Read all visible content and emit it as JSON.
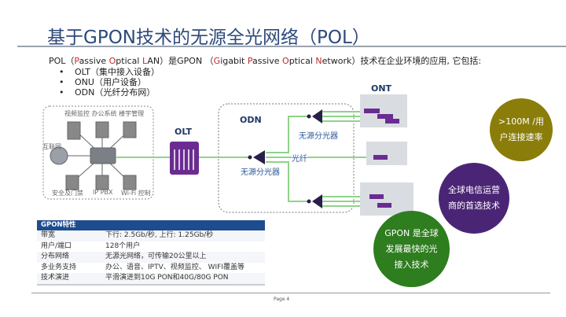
{
  "title": "基于GPON技术的无源全光网络（POL）",
  "intro": {
    "parts": [
      {
        "text": "POL（",
        "red": false
      },
      {
        "text": "P",
        "red": true
      },
      {
        "text": "assive ",
        "red": false
      },
      {
        "text": "O",
        "red": true
      },
      {
        "text": "ptical ",
        "red": false
      },
      {
        "text": "L",
        "red": true
      },
      {
        "text": "AN）是GPON （",
        "red": false
      },
      {
        "text": "G",
        "red": true
      },
      {
        "text": "igabit ",
        "red": false
      },
      {
        "text": "P",
        "red": true
      },
      {
        "text": "assive ",
        "red": false
      },
      {
        "text": "O",
        "red": true
      },
      {
        "text": "ptical ",
        "red": false
      },
      {
        "text": "N",
        "red": true
      },
      {
        "text": "etwork）技术在企业环境的应用, 它包括:",
        "red": false
      }
    ],
    "bullets": [
      "OLT（集中接入设备）",
      "ONU（用户设备）",
      "ODN（光纤分布网）"
    ]
  },
  "diagram": {
    "top_labels": "视频监控  办公系统  楼宇管理",
    "internet": "互联网",
    "bottom_labels": [
      "安全及门禁",
      "IP PBX",
      "Wi-Fi 控制"
    ],
    "olt": "OLT",
    "odn": "ODN",
    "ont": "ONT",
    "splitter_center": "无源分光器",
    "splitter_top": "无源分光器",
    "fiber": "光纤",
    "colors": {
      "fiber": "#8fd48a",
      "device": "#6a2c91",
      "gray": "#d9dce1",
      "odn_text": "#2c5a9a"
    }
  },
  "circles": [
    {
      "text": ">100M /用\n户连接速率",
      "color": "#8a7d0a"
    },
    {
      "text": "全球电信运营\n商的首选技术",
      "color": "#4b2575"
    },
    {
      "text": "GPON 是全球\n发展最快的光\n接入技术",
      "color": "#2e7d1f"
    }
  ],
  "table": {
    "header": "GPON特性",
    "rows": [
      {
        "k": "带宽",
        "v": "下行: 2.5Gb/秒, 上行: 1.25Gb/秒"
      },
      {
        "k": "用户/端口",
        "v": "128个用户"
      },
      {
        "k": "分布网络",
        "v": "无源光网络，可传输20公里以上"
      },
      {
        "k": "多业务支持",
        "v": "办公、语音、IPTV、视频监控、 WIFI覆盖等"
      },
      {
        "k": "技术演进",
        "v": "平滑演进到10G PON和40G/80G PON"
      }
    ]
  },
  "page": "Page 4"
}
